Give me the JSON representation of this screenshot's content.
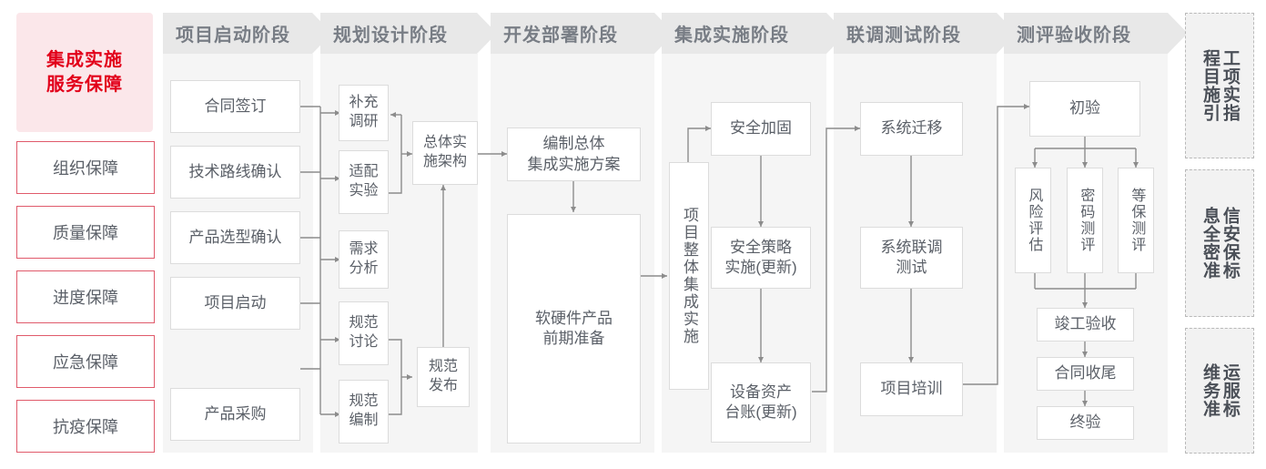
{
  "colors": {
    "accent_red": "#e2001a",
    "lead_bg": "#fbe7ea",
    "guarantee_border": "#e05a6b",
    "column_bg": "#f5f5f5",
    "header_bg": "#e8e8e8",
    "node_border": "#dcdcdc",
    "text": "#5b6068",
    "wire": "#8c8c8c"
  },
  "left_sidebar": {
    "title": "集成实施\n服务保障",
    "title_line1": "集成实施",
    "title_line2": "服务保障",
    "items": [
      {
        "label": "组织保障"
      },
      {
        "label": "质量保障"
      },
      {
        "label": "进度保障"
      },
      {
        "label": "应急保障"
      },
      {
        "label": "抗疫保障"
      }
    ]
  },
  "phases": [
    {
      "id": "startup",
      "header": "项目启动阶段",
      "nodes": [
        {
          "id": "n_ht",
          "label": "合同签订"
        },
        {
          "id": "n_js",
          "label": "技术路线确认"
        },
        {
          "id": "n_cp",
          "label": "产品选型确认"
        },
        {
          "id": "n_xm",
          "label": "项目启动"
        },
        {
          "id": "n_cg",
          "label": "产品采购"
        }
      ]
    },
    {
      "id": "planning",
      "header": "规划设计阶段",
      "nodes": [
        {
          "id": "n_bc",
          "label": "补充\n调研",
          "l1": "补充",
          "l2": "调研"
        },
        {
          "id": "n_sp",
          "label": "适配\n实验",
          "l1": "适配",
          "l2": "实验"
        },
        {
          "id": "n_xq",
          "label": "需求\n分析",
          "l1": "需求",
          "l2": "分析"
        },
        {
          "id": "n_gt",
          "label": "规范\n讨论",
          "l1": "规范",
          "l2": "讨论"
        },
        {
          "id": "n_gb",
          "label": "规范\n编制",
          "l1": "规范",
          "l2": "编制"
        },
        {
          "id": "n_zt",
          "label": "总体实\n施架构",
          "l1": "总体实",
          "l2": "施架构"
        },
        {
          "id": "n_gf",
          "label": "规范\n发布",
          "l1": "规范",
          "l2": "发布"
        }
      ]
    },
    {
      "id": "develop",
      "header": "开发部署阶段",
      "nodes": [
        {
          "id": "n_bz",
          "label": "编制总体\n集成实施方案",
          "l1": "编制总体",
          "l2": "集成实施方案"
        },
        {
          "id": "n_rj",
          "label": "软硬件产品\n前期准备",
          "l1": "软硬件产品",
          "l2": "前期准备"
        }
      ]
    },
    {
      "id": "integrate",
      "header": "集成实施阶段",
      "nodes": [
        {
          "id": "n_zz",
          "label": "项目整体集成实施"
        },
        {
          "id": "n_aq",
          "label": "安全加固"
        },
        {
          "id": "n_ac",
          "label": "安全策略\n实施(更新)",
          "l1": "安全策略",
          "l2": "实施(更新)"
        },
        {
          "id": "n_sb",
          "label": "设备资产\n台账(更新)",
          "l1": "设备资产",
          "l2": "台账(更新)"
        }
      ]
    },
    {
      "id": "testing",
      "header": "联调测试阶段",
      "nodes": [
        {
          "id": "n_qy",
          "label": "系统迁移"
        },
        {
          "id": "n_lt",
          "label": "系统联调\n测试",
          "l1": "系统联调",
          "l2": "测试"
        },
        {
          "id": "n_px",
          "label": "项目培训"
        }
      ]
    },
    {
      "id": "acceptance",
      "header": "测评验收阶段",
      "nodes": [
        {
          "id": "n_cy",
          "label": "初验"
        },
        {
          "id": "n_fx",
          "label": "风险评估"
        },
        {
          "id": "n_mm",
          "label": "密码测评"
        },
        {
          "id": "n_db",
          "label": "等保测评"
        },
        {
          "id": "n_jg",
          "label": "竣工验收"
        },
        {
          "id": "n_hs",
          "label": "合同收尾"
        },
        {
          "id": "n_zy",
          "label": "终验"
        }
      ]
    }
  ],
  "right_sidebar": {
    "items": [
      {
        "id": "guide",
        "label": "工程项目实施指引",
        "col1": "程目施引",
        "col2": "工项实指"
      },
      {
        "id": "security",
        "label": "信息安全保密标准",
        "col1": "息全密准",
        "col2": "信安保标"
      },
      {
        "id": "ops",
        "label": "运维服务标准",
        "col1": "维务准",
        "col2": "运服标"
      }
    ]
  }
}
